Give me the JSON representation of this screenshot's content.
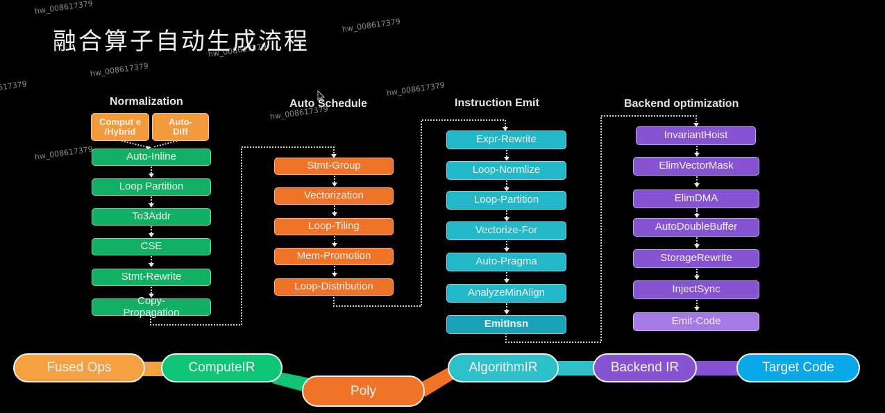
{
  "title": "融合算子自动生成流程",
  "watermark": "hw_008617379",
  "columns": {
    "normalization": {
      "title": "Normalization",
      "inputs": [
        "Comput e /Hybrid",
        "Auto- Diff"
      ],
      "steps": [
        "Auto-Inline",
        "Loop Partition",
        "To3Addr",
        "CSE",
        "Stmt-Rewrite",
        "Copy-Propagation"
      ]
    },
    "auto_schedule": {
      "title": "Auto Schedule",
      "steps": [
        "Stmt-Group",
        "Vectorization",
        "Loop-Tiling",
        "Mem-Promotion",
        "Loop-Distribution"
      ]
    },
    "instruction_emit": {
      "title": "Instruction Emit",
      "steps": [
        "Expr-Rewrite",
        "Loop-Normlize",
        "Loop-Partition",
        "Vectorize-For",
        "Auto-Pragma",
        "AnalyzeMinAlign",
        "EmitInsn"
      ]
    },
    "backend_optimization": {
      "title": "Backend optimization",
      "steps": [
        "InvariantHoist",
        "ElimVectorMask",
        "ElimDMA",
        "AutoDoubleBuffer",
        "StorageRewrite",
        "InjectSync",
        "Emit-Code"
      ]
    }
  },
  "pipeline": [
    {
      "label": "Fused Ops",
      "color": "#f5a043"
    },
    {
      "label": "ComputeIR",
      "color": "#10c476"
    },
    {
      "label": "Poly",
      "color": "#f07328"
    },
    {
      "label": "AlgorithmIR",
      "color": "#2ec0c8"
    },
    {
      "label": "Backend IR",
      "color": "#8653d2"
    },
    {
      "label": "Target Code",
      "color": "#0aa8e8"
    }
  ]
}
